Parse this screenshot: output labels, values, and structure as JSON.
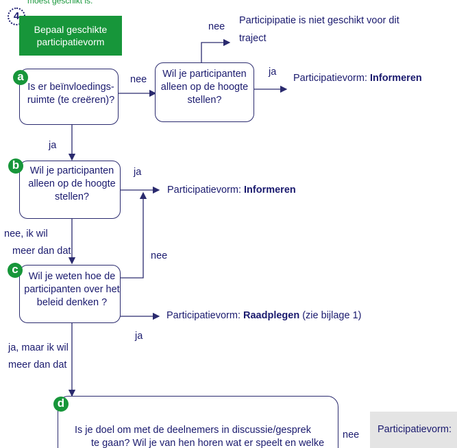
{
  "header_cut": "moest geschikt is.",
  "step_number": "4",
  "title_bar": [
    "Bepaal geschikte",
    "participatievorm"
  ],
  "q_a": {
    "badge": "a",
    "lines": [
      "Is er beïnvloedings-",
      "ruimte (te creëren)?"
    ]
  },
  "q_a2": {
    "lines": [
      "Wil je participanten",
      "alleen op de hoogte",
      "stellen?"
    ]
  },
  "q_b": {
    "badge": "b",
    "lines": [
      "Wil je participanten",
      "alleen op de hoogte",
      "stellen?"
    ]
  },
  "q_c": {
    "badge": "c",
    "lines": [
      "Wil je weten hoe de",
      "participanten over het",
      "beleid denken ?"
    ]
  },
  "q_d": {
    "badge": "d",
    "lines": [
      "Is je doel om met de deelnemers in discussie/gesprek",
      "te gaan? Wil je van hen horen wat er speelt en welke"
    ]
  },
  "labels": {
    "nee": "nee",
    "ja": "ja",
    "nee_ik_wil": "nee, ik wil",
    "meer_dan_dat": "meer dan dat",
    "ja_maar_ik_wil": "ja, maar ik wil"
  },
  "outcomes": {
    "not_suitable": [
      "Participipatie is niet geschikt voor dit",
      "traject"
    ],
    "prefix": "Participatievorm: ",
    "informeren": "Informeren",
    "raadplegen": "Raadplegen",
    "raadplegen_note": " (zie bijlage 1)",
    "cut_right": "Participatievorm:"
  },
  "colors": {
    "green": "#17963a",
    "navy": "#1a1a6e",
    "line": "#2a2a6e"
  }
}
